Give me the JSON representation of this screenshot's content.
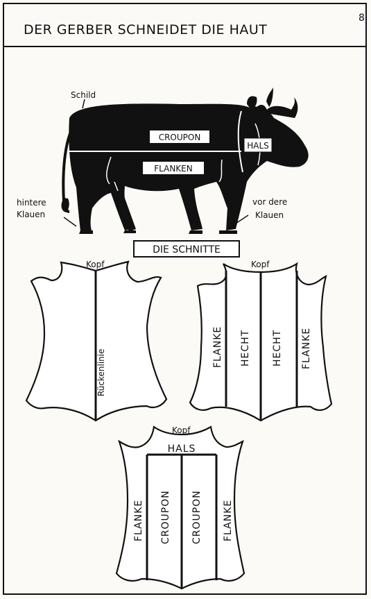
{
  "page": {
    "title": "DER GERBER SCHNEIDET DIE HAUT",
    "number": "8"
  },
  "cow": {
    "schild": "Schild",
    "croupon": "CROUPON",
    "hals": "HALS",
    "flanken": "FLANKEN",
    "hintere_1": "hintere",
    "hintere_2": "Klauen",
    "vordere_1": "vor dere",
    "vordere_2": "Klauen"
  },
  "section_title": "DIE SCHNITTE",
  "hide1": {
    "kopf": "Kopf",
    "spine": "Rückenlinie"
  },
  "hide2": {
    "kopf": "Kopf",
    "flanke_left": "FLANKE",
    "hecht_left": "HECHT",
    "hecht_right": "HECHT",
    "flanke_right": "FLANKE"
  },
  "hide3": {
    "kopf": "Kopf",
    "hals": "HALS",
    "flanke_left": "FLANKE",
    "croupon_left": "CROUPON",
    "croupon_right": "CROUPON",
    "flanke_right": "FLANKE"
  }
}
